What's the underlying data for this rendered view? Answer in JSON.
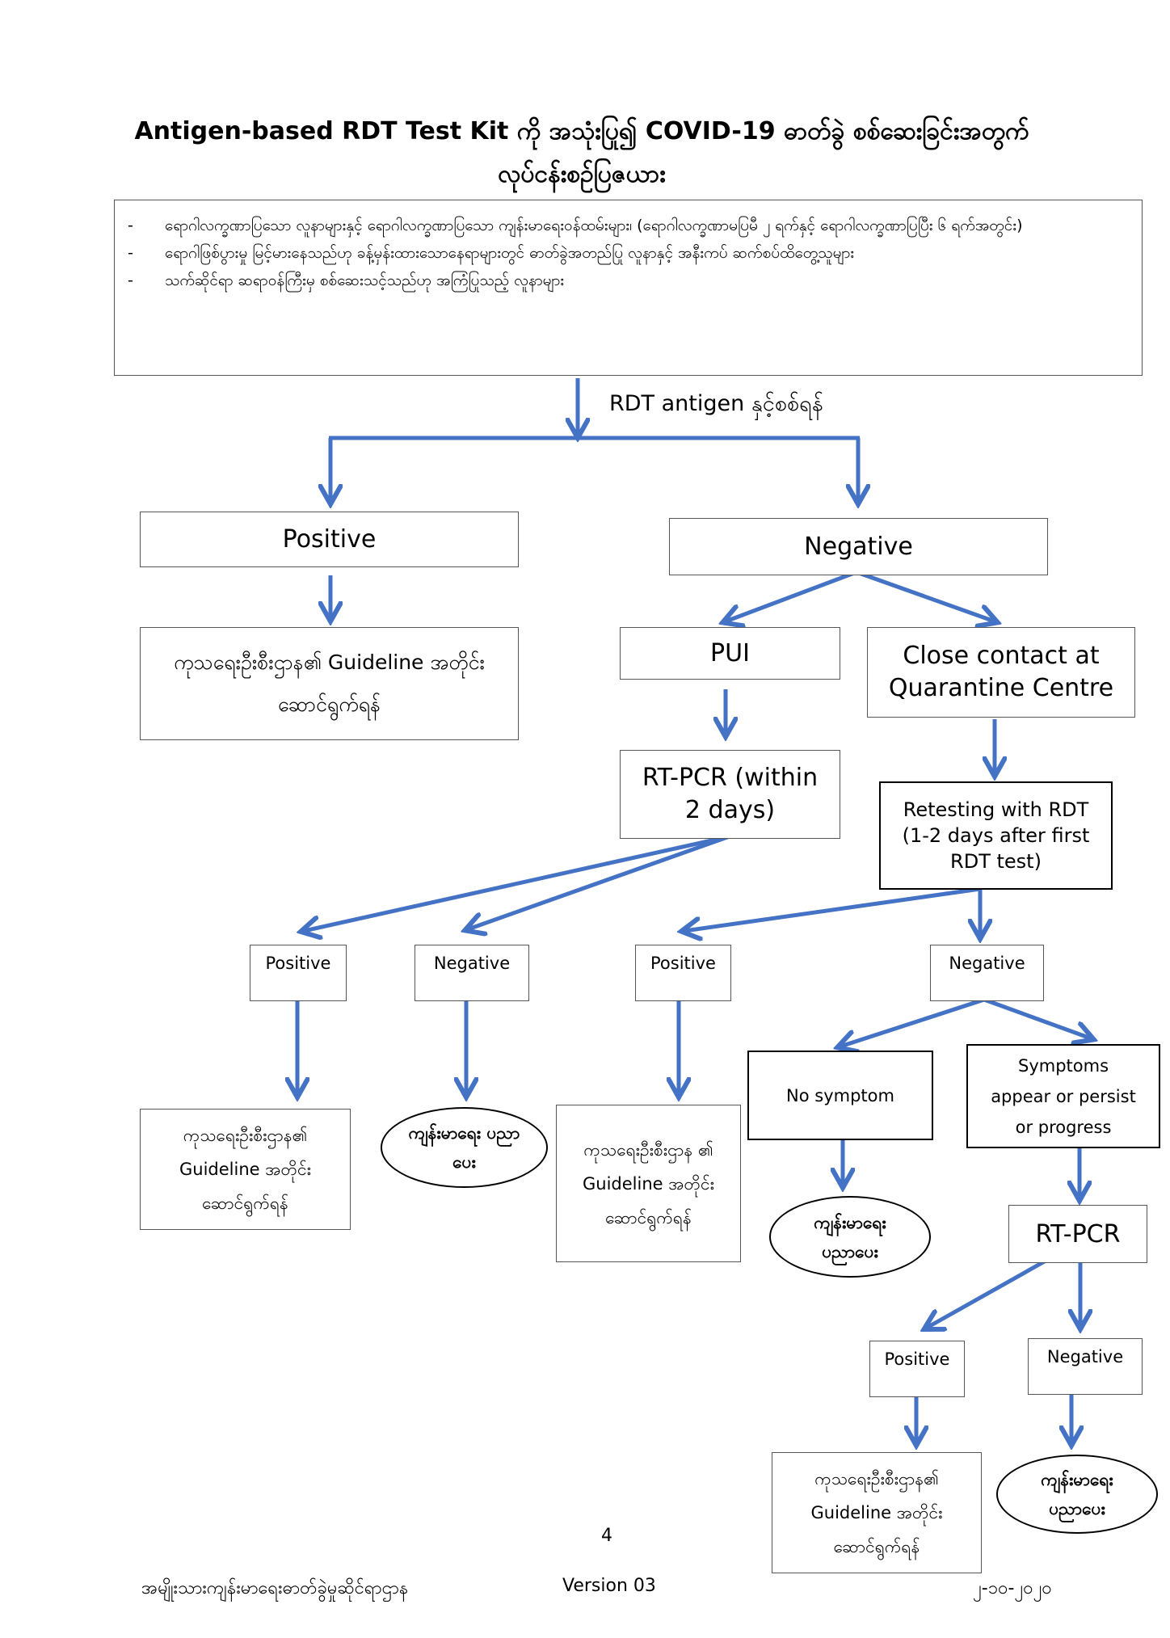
{
  "title": {
    "line1": "Antigen-based RDT Test Kit ကို အသုံးပြု၍ COVID-19 ဓာတ်ခွဲ စစ်ဆေးခြင်းအတွက်",
    "line2": "လုပ်ငန်းစဉ်ပြဇယား"
  },
  "criteria": {
    "dash": "-",
    "items": [
      "ရောဂါလက္ခဏာပြသော လူနာများနှင့် ရောဂါလက္ခဏာပြသော ကျန်းမာရေးဝန်ထမ်းများ၊ (ရောဂါလက္ခဏာမပြမီ ၂ ရက်နှင့် ရောဂါလက္ခဏာပြပြီး ၆ ရက်အတွင်း)",
      "ရောဂါဖြစ်ပွားမှု မြင့်မားနေသည်ဟု ခန့်မှန်းထားသောနေရာများတွင် ဓာတ်ခွဲအတည်ပြု လူနာနှင့် အနီးကပ် ဆက်စပ်ထိတွေ့သူများ",
      "သက်ဆိုင်ရာ ဆရာဝန်ကြီးမှ စစ်ဆေးသင့်သည်ဟု အကြံပြုသည့် လူနာများ"
    ]
  },
  "rdt_label": "RDT antigen နှင့်စစ်ရန်",
  "nodes": {
    "positive_top": "Positive",
    "negative_top": "Negative",
    "guideline_1": "ကုသရေးဦးစီးဌာန၏ Guideline အတိုင်း ဆောင်ရွက်ရန်",
    "pui": "PUI",
    "close_contact": "Close contact at Quarantine Centre",
    "rtpcr_1": "RT-PCR (within 2 days)",
    "retest": "Retesting with RDT (1-2 days after first RDT test)",
    "pos_a": "Positive",
    "neg_a": "Negative",
    "pos_b": "Positive",
    "neg_b": "Negative",
    "guideline_2": "ကုသရေးဦးစီးဌာန၏ Guideline အတိုင်း ဆောင်ရွက်ရန်",
    "health_ed_1": "ကျန်းမာရေး ပညာပေး",
    "guideline_3": "ကုသရေးဦးစီးဌာန ၏ Guideline အတိုင်း ဆောင်ရွက်ရန်",
    "no_symptom": "No symptom",
    "symptoms": "Symptoms appear or persist or progress",
    "health_ed_2": "ကျန်းမာရေး ပညာပေး",
    "rtpcr_2": "RT-PCR",
    "pos_c": "Positive",
    "neg_c": "Negative",
    "guideline_4": "ကုသရေးဦးစီးဌာန၏ Guideline အတိုင်း ဆောင်ရွက်ရန်",
    "health_ed_3": "ကျန်းမာရေး ပညာပေး"
  },
  "page_number": "4",
  "footer": {
    "org": "အမျိုးသားကျန်းမာရေးဓာတ်ခွဲမှုဆိုင်ရာဌာန",
    "version": "Version 03",
    "date": "၂-၁၀-၂၀၂၀"
  },
  "colors": {
    "arrow": "#4472c4",
    "box_border": "#555555",
    "thick_border": "#000000"
  }
}
